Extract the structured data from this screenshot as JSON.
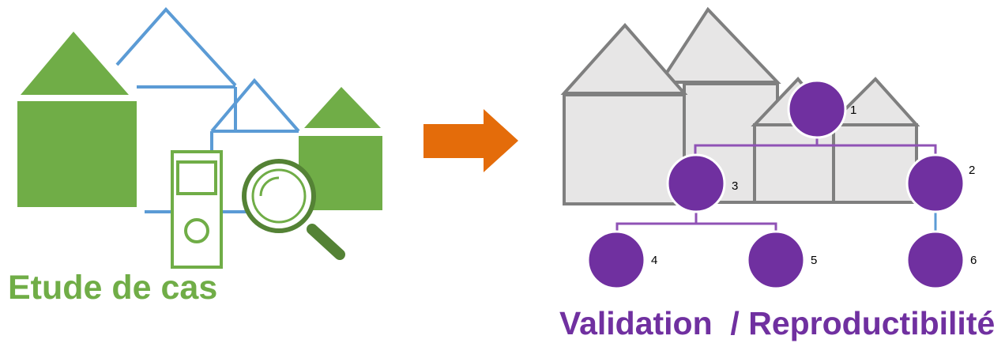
{
  "left_panel": {
    "caption": "Etude de cas"
  },
  "right_panel": {
    "caption": "Validation  / Reproductibilité",
    "tree_nodes": [
      {
        "id": "node-1",
        "label": "1"
      },
      {
        "id": "node-2",
        "label": "2"
      },
      {
        "id": "node-3",
        "label": "3"
      },
      {
        "id": "node-4",
        "label": "4"
      },
      {
        "id": "node-5",
        "label": "5"
      },
      {
        "id": "node-6",
        "label": "6"
      }
    ]
  },
  "colors": {
    "green": "#70ad47",
    "dark_green": "#548235",
    "blue": "#5b9bd5",
    "orange": "#e46c0a",
    "gray_fill": "#e7e6e6",
    "gray_stroke": "#7f7f7f",
    "purple": "#7030a0",
    "purple_line": "#8f52b5"
  },
  "icons": [
    "house-icon",
    "measurement-device-icon",
    "magnifier-icon",
    "arrow-right-icon"
  ]
}
